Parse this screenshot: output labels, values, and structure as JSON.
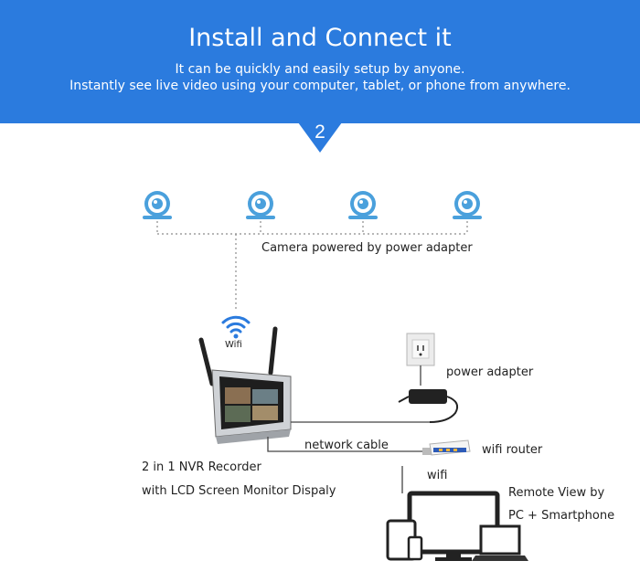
{
  "header": {
    "title": "Install and Connect it",
    "subtitle_line1": "It can be quickly and easily setup by anyone.",
    "subtitle_line2": "Instantly see live video using your computer, tablet, or phone from anywhere.",
    "step_number": "2"
  },
  "labels": {
    "cameras": "Camera powered by power adapter",
    "wifi_icon": "Wifi",
    "power_adapter": "power adapter",
    "network_cable": "network cable",
    "wifi_router": "wifi router",
    "wifi_link": "wifi",
    "recorder_line1": "2 in 1 NVR Recorder",
    "recorder_line2": "with LCD Screen Monitor Dispaly",
    "remote_line1": "Remote View by",
    "remote_line2": "PC + Smartphone"
  },
  "icons": [
    "camera-icon",
    "wifi-icon",
    "nvr-monitor-icon",
    "wall-outlet-icon",
    "power-adapter-icon",
    "router-icon",
    "pc-monitor-icon",
    "laptop-icon",
    "tablet-icon",
    "smartphone-icon"
  ],
  "colors": {
    "banner": "#2b7bde",
    "camera": "#4aa0dc",
    "wifi": "#2b7bde",
    "line": "#444444"
  }
}
